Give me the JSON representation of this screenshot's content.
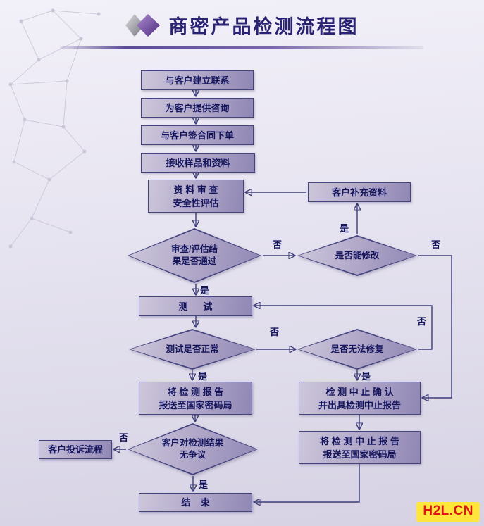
{
  "header": {
    "title": "商密产品检测流程图"
  },
  "nodes": {
    "contact": "与客户建立联系",
    "consult": "为客户提供咨询",
    "contract": "与客户签合同下单",
    "receive": "接收样品和资料",
    "review": {
      "l1": "资 料 审 查",
      "l2": "安全性评估"
    },
    "supplement": "客户补充资料",
    "review_pass": {
      "l1": "审查/评估结",
      "l2": "果是否通过"
    },
    "can_modify": "是否能修改",
    "test": "测      试",
    "test_normal": "测试是否正常",
    "cannot_fix": "是否无法修复",
    "report": {
      "l1": "将 检 测 报 告",
      "l2": "报送至国家密码局"
    },
    "terminate": {
      "l1": "检 测 中 止 确 认",
      "l2": "并出具检测中止报告"
    },
    "no_dispute": {
      "l1": "客户对检测结果",
      "l2": "无争议"
    },
    "complaint": "客户投诉流程",
    "terminate_report": {
      "l1": "将 检 测 中 止 报 告",
      "l2": "报送至国家密码局"
    },
    "end": "结    束"
  },
  "labels": {
    "yes": "是",
    "no": "否"
  },
  "watermark": "H2L.CN",
  "colors": {
    "accent": "#2a2272",
    "node_border": "#44447e",
    "arrow": "#3c3c78",
    "watermark_bg": "#ffe53c",
    "watermark_text": "#dd1414"
  }
}
